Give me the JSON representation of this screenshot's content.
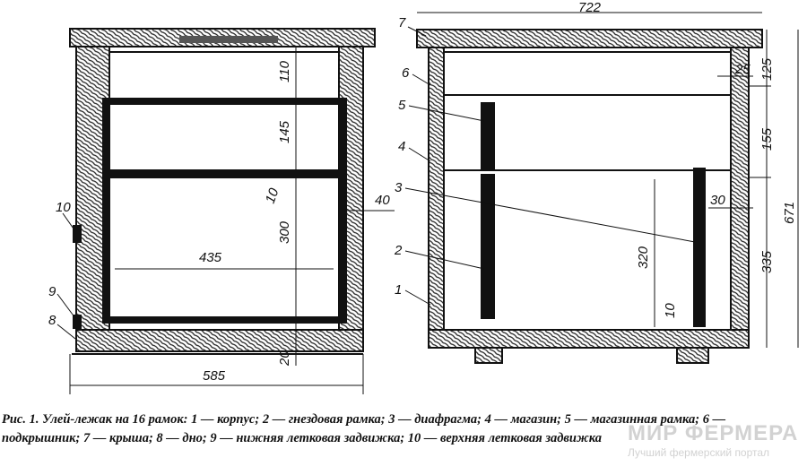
{
  "figure": {
    "left_view": {
      "dimensions": [
        "110",
        "145",
        "300",
        "435",
        "40",
        "10",
        "20",
        "585"
      ],
      "labels": [
        "10",
        "9",
        "8"
      ]
    },
    "right_view": {
      "dimensions": [
        "722",
        "25",
        "125",
        "155",
        "30",
        "320",
        "335",
        "671",
        "10"
      ],
      "labels": [
        "7",
        "6",
        "5",
        "4",
        "3",
        "2",
        "1"
      ]
    }
  },
  "caption": "Рис. 1. Улей-лежак на 16 рамок: 1 — корпус; 2 — гнездовая рамка; 3 — диафрагма; 4 — магазин; 5 — магазинная рамка; 6 — подкрышник; 7 — крыша; 8 — дно; 9 — нижняя летковая задвижка; 10 — верхняя летковая задвижка",
  "watermark": {
    "title": "МИР ФЕРМЕРА",
    "subtitle": "Лучший фермерский портал"
  }
}
